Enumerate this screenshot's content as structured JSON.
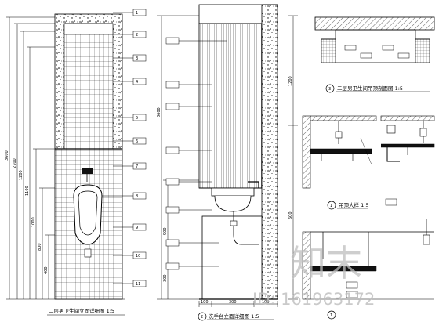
{
  "drawings": {
    "left_caption": "二层男卫生间立面详细图 1:5",
    "mid_caption": "洗手台立面详细图 1:5",
    "mid_number": "2",
    "detail3_caption": "二层男卫生间吊顶剖面图 1:5",
    "detail3_number": "3",
    "detail1_caption": "吊顶大样 1:5",
    "detail1_number": "1",
    "detail_bottom_number": "1"
  },
  "left_dims": [
    "3600",
    "2700",
    "1200",
    "1100",
    "1000",
    "800",
    "400"
  ],
  "mid_dims": [
    "3600",
    "900",
    "300"
  ],
  "right_dims": [
    "1200",
    "600"
  ],
  "bottom_dims": [
    "100",
    "300",
    "100"
  ],
  "tags": [
    "1",
    "2",
    "3",
    "4",
    "5",
    "6",
    "7",
    "8",
    "9",
    "10",
    "11"
  ],
  "watermark": {
    "brand": "知末",
    "id": "ID: 161963172"
  }
}
